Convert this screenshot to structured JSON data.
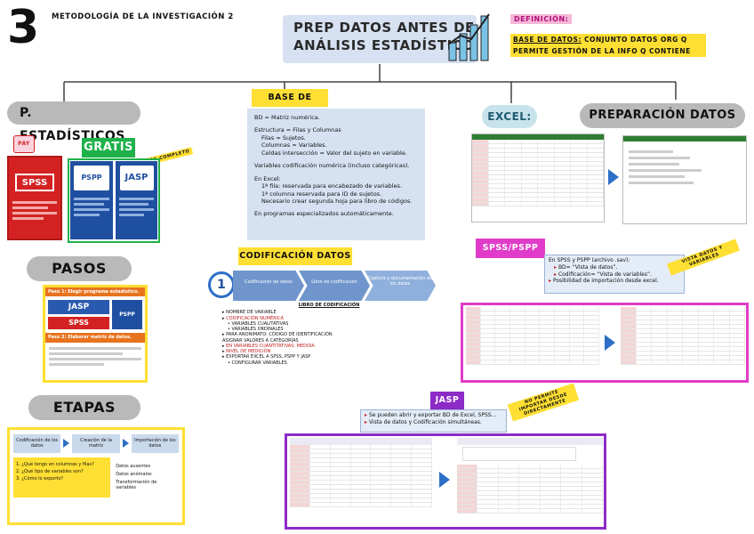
{
  "header": {
    "number": "3",
    "subtitle": "METODOLOGÍA DE LA INVESTIGACIÓN 2",
    "main_title_line1": "PREP DATOS ANTES DE",
    "main_title_line2": "ANÁLISIS ESTADÍSTICO"
  },
  "definition": {
    "label": "DEFINICIÓN:",
    "term": "BASE DE DATOS:",
    "text": "CONJUNTO DATOS ORG Q PERMITE GESTIÓN DE LA INFO Q CONTIENE"
  },
  "stats": {
    "title": "P. ESTADÍSTICOS",
    "pay_label": "PAY",
    "free_label": "GRATIS",
    "more_complete_label": "MÁS COMPLETO",
    "spss": "SPSS",
    "pspp": "PSPP",
    "jasp": "JASP"
  },
  "base_datos": {
    "title": "BASE DE DATOS",
    "items": [
      "BD = Matriz numérica.",
      "Estructura = Filas y Columnas",
      "Filas = Sujetos.",
      "Columnas = Variables.",
      "Celdas intersección = Valor del sujeto en variable.",
      "Variables codificación numérica (incluso categóricas).",
      "En Excel:",
      "1ª fila: reservada para encabezado de variables.",
      "1ª columna reservada para ID de sujetos.",
      "Necesario crear segunda hoja para libro de códigos.",
      "En programas especializados automáticamente."
    ]
  },
  "pasos": {
    "title": "PASOS",
    "paso1": "Paso 1: Elegir programa estadístico.",
    "paso2": "Paso 2: Elaborar matriz de datos.",
    "jasp": "JASP",
    "spss": "SPSS",
    "pspp": "PSPP"
  },
  "etapas": {
    "title": "ETAPAS",
    "stages": [
      "Codificación de los datos",
      "Creación de la matriz",
      "Importación de los datos"
    ],
    "numbered": [
      "¿Qué tengo en columnas y filas?",
      "¿Qué tipo de variables son?",
      "¿Cómo lo exporto?"
    ],
    "right_list": [
      "Datos ausentes",
      "Datos anómalos",
      "Transformación de variables"
    ]
  },
  "codificacion": {
    "title": "CODIFICACIÓN DATOS",
    "step_number": "1",
    "steps": [
      "Codificación de datos",
      "Libro de codificación",
      "Captura y documentación de los datos"
    ],
    "subtitle": "LIBRO DE CODIFICACIÓN",
    "notes": [
      "NOMBRE DE VARIABLE",
      "CODIFICACIÓN NUMÉRICA",
      "VARIABLES CUALITATIVAS",
      "VARIABLES ORDINALES",
      "PARA ANONIMATO: CÓDIGO DE IDENTIFICACIÓN",
      "ASIGNAR VALORES A CATEGORÍAS",
      "EN VARIABLES CUANTITATIVAS: MEDIDA",
      "NIVEL DE MEDICIÓN",
      "EXPORTAR EXCEL A SPSS, PSPP Y JASP",
      "CONFIGURAR VARIABLES"
    ]
  },
  "excel": {
    "title": "EXCEL:",
    "prep_title": "PREPARACIÓN DATOS"
  },
  "spss_pspp": {
    "title": "SPSS/PSPP",
    "note": "VISTA DATOS Y VARIABLES",
    "items": [
      "En SPSS y PSPP (archivo .sav):",
      "BD= “Vista de datos”.",
      "Codificación= “Vista de variables”.",
      "Posibilidad de importación desde excel."
    ]
  },
  "jasp_section": {
    "title": "JASP",
    "note": "NO PERMITE IMPORTAR DESDE DIRECTAMENTE",
    "items": [
      "Se pueden abrir y exportar BD de Excel, SPSS…",
      "Vista de datos y Codificación simultáneas."
    ]
  },
  "colors": {
    "accent_yellow": "#ffdf33",
    "pill_grey": "#b9b9b9",
    "title_blue": "#d6e2f2",
    "green": "#1fb14a",
    "purple": "#8d2bc7",
    "magenta": "#e03cc9",
    "red": "#d42222",
    "blue_arrow": "#2d6fc7"
  }
}
